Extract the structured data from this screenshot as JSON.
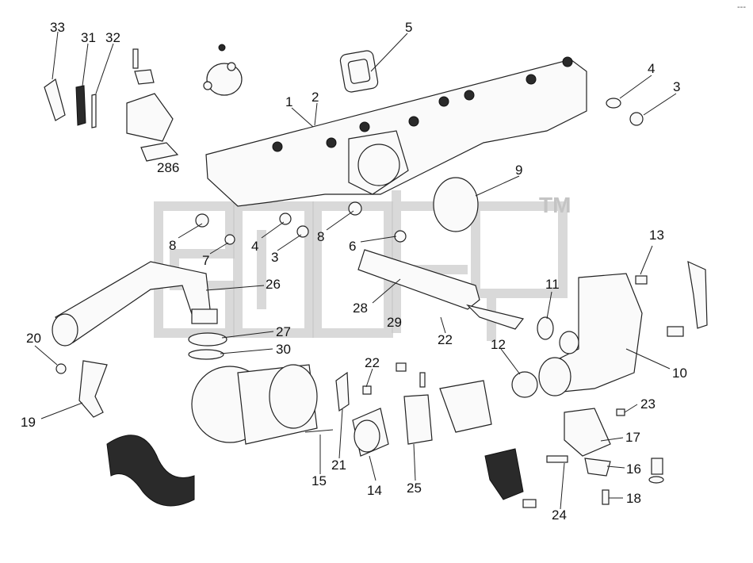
{
  "watermark": {
    "trademark": "TM"
  },
  "corner_mark": "---",
  "callouts": {
    "c33": "33",
    "c31": "31",
    "c32": "32",
    "c5": "5",
    "c4a": "4",
    "c3a": "3",
    "c1": "1",
    "c2": "2",
    "c286": "286",
    "c9": "9",
    "c8a": "8",
    "c7": "7",
    "c4b": "4",
    "c3b": "3",
    "c8b": "8",
    "c6": "6",
    "c13": "13",
    "c26": "26",
    "c11": "11",
    "c28": "28",
    "c29": "29",
    "c20": "20",
    "c27": "27",
    "c30": "30",
    "c22a": "22",
    "c12": "12",
    "c10": "10",
    "c22b": "22",
    "c19": "19",
    "c23": "23",
    "c17": "17",
    "c21": "21",
    "c15": "15",
    "c14": "14",
    "c25": "25",
    "c16": "16",
    "c24": "24",
    "c18": "18"
  }
}
